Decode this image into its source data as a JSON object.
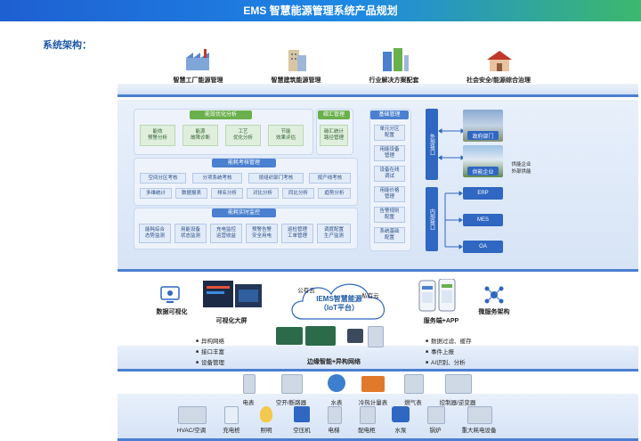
{
  "title": "EMS 智慧能源管理系统产品规划",
  "section_label": "系统架构：",
  "top_apps": [
    "智慧工厂能源管理",
    "智慧建筑能源管理",
    "行业解决方案配套",
    "社会安全/能源综合治理"
  ],
  "analysis": {
    "header": "能效优化分析",
    "items": [
      "能效\n预警分析",
      "能源\n故障诊断",
      "工艺\n优化分析",
      "节能\n效果评估"
    ]
  },
  "carbon": {
    "header": "碳汇管理",
    "items": [
      "碳汇统计\n路径管理"
    ]
  },
  "basic": {
    "header": "基础管理",
    "items": [
      "单元分区\n配置",
      "用能设备\n管理",
      "设备在线\n调试",
      "用能价格\n管理",
      "告警规则\n配置",
      "系统基础\n配置"
    ]
  },
  "assessment": {
    "header": "能耗考核管理",
    "row1": [
      "空间分区考核",
      "分项系统考核",
      "按组织部门考核",
      "按产线考核"
    ],
    "row2": [
      "多维统计",
      "数据报表",
      "排名分析",
      "对比分析",
      "同比分析",
      "趋势分析"
    ]
  },
  "monitor": {
    "header": "能耗实时监控",
    "items": [
      "能耗综合\n态势监测",
      "用能设备\n状态监测",
      "充电监控\n运营收益",
      "预警告警\n安全用电",
      "巡检管理\n工单管理",
      "调度配置\n生产监测"
    ]
  },
  "interfaces": {
    "external": "外部接口",
    "internal": "内部接口",
    "external_targets": [
      "政府部门",
      "供能企业"
    ],
    "external_note": "供能企业\n外部供能",
    "internal_targets": [
      "ERP",
      "MES",
      "OA"
    ]
  },
  "edge": {
    "left_labels": [
      "数据可视化",
      "可视化大屏"
    ],
    "cloud_public": "公有云",
    "cloud_private": "私有云",
    "platform": "IEMS智慧能源\n（IoT平台）",
    "right_labels": [
      "服务端+APP",
      "微服务架构"
    ],
    "left_bullets": [
      "异构网络",
      "接口丰富",
      "设备管理"
    ],
    "right_bullets": [
      "数据过滤、缓存",
      "事件上报",
      "AI识别、分析"
    ],
    "center_caption": "边缘智能+异构网络"
  },
  "devices": {
    "row1": [
      "电表",
      "空开/断路器",
      "水表",
      "冷热计量表",
      "燃气表",
      "控制器/逆变器"
    ],
    "row2": [
      "HVAC/空调",
      "充电桩",
      "照明",
      "空压机",
      "电梯",
      "配电柜",
      "水泵",
      "锅炉",
      "重大耗电设备"
    ]
  }
}
